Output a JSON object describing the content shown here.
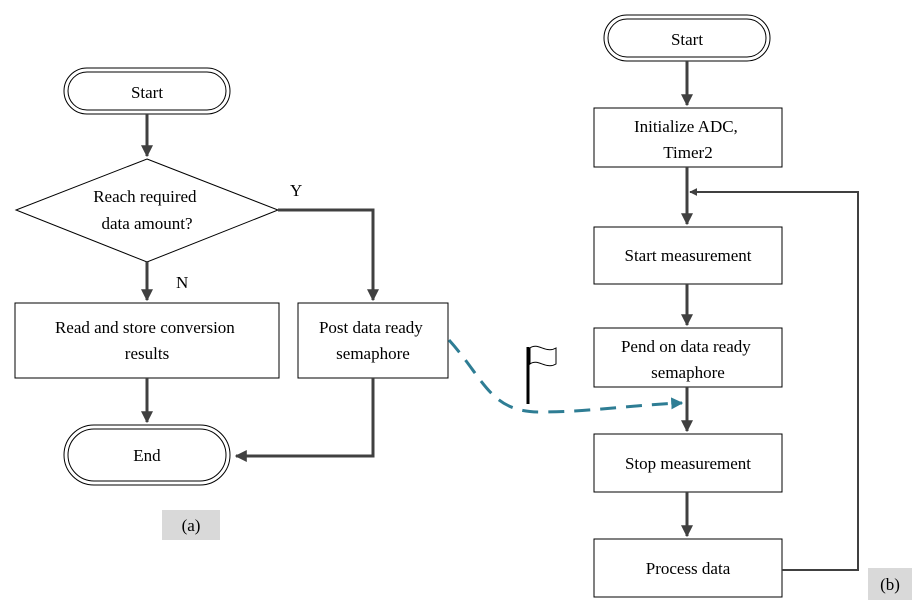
{
  "panel_a": {
    "caption": "(a)",
    "start": "Start",
    "decision": [
      "Reach required",
      "data amount?"
    ],
    "yes_label": "Y",
    "no_label": "N",
    "read_store": [
      "Read and store conversion",
      "results"
    ],
    "post": [
      "Post data ready",
      "semaphore"
    ],
    "end": "End"
  },
  "panel_b": {
    "caption": "(b)",
    "start": "Start",
    "init": [
      "Initialize ADC,",
      "Timer2"
    ],
    "start_meas": "Start measurement",
    "pend": [
      "Pend on data ready",
      "semaphore"
    ],
    "stop_meas": "Stop measurement",
    "process": "Process data"
  },
  "colors": {
    "arrow": "#404040",
    "signal": "#2e7d94",
    "caption_bg": "#d9d9d9"
  },
  "icons": {
    "semaphore": "flag-icon"
  }
}
